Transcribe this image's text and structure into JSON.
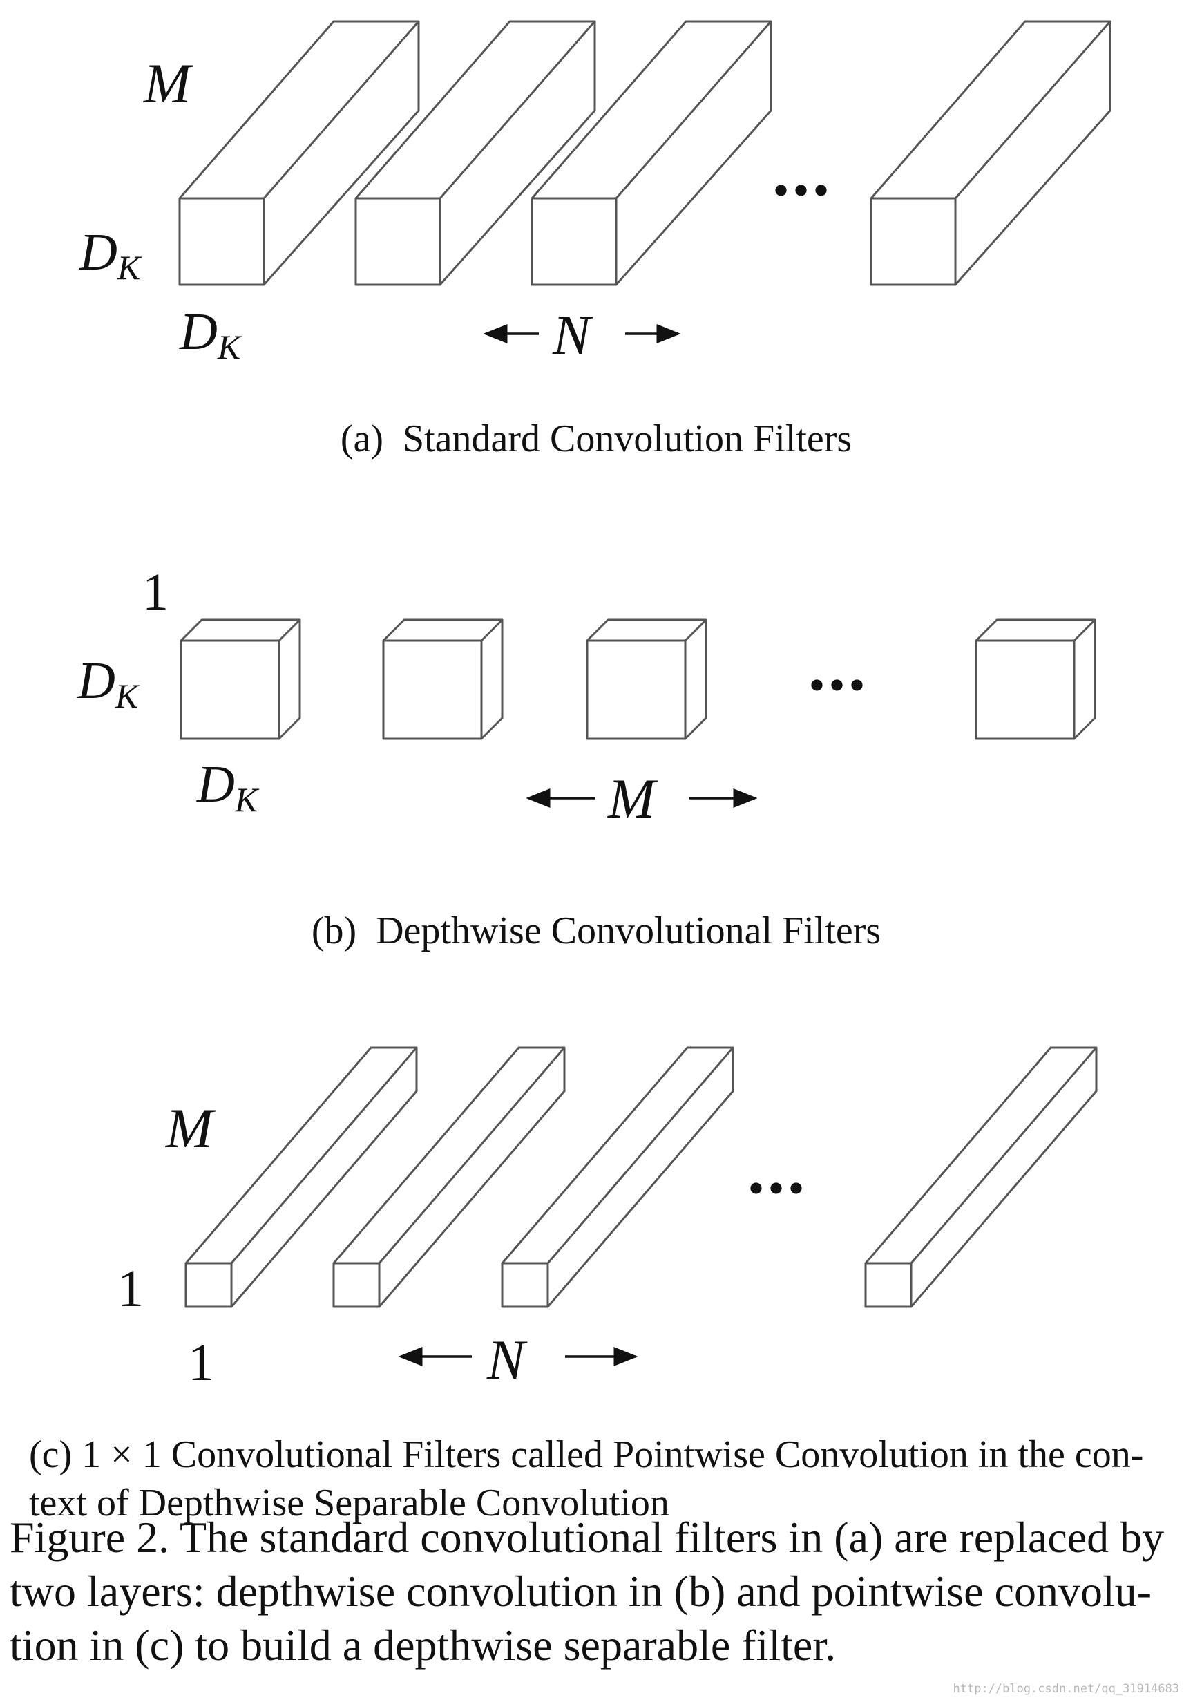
{
  "panel_a": {
    "label_M": "M",
    "label_D": "D",
    "label_D_sub": "K",
    "label_N": "N",
    "ellipsis": "...",
    "caption": "(a)  Standard Convolution Filters"
  },
  "panel_b": {
    "label_1": "1",
    "label_D": "D",
    "label_D_sub": "K",
    "label_M": "M",
    "ellipsis": "...",
    "caption": "(b)  Depthwise Convolutional Filters"
  },
  "panel_c": {
    "label_M": "M",
    "label_1": "1",
    "label_N": "N",
    "ellipsis": "...",
    "caption_line1": "(c)  1 × 1 Convolutional Filters called Pointwise Convolution in the con-",
    "caption_line2": "text of Depthwise Separable Convolution"
  },
  "figure_caption": {
    "line1": "Figure 2. The standard convolutional filters in (a) are replaced by",
    "line2": "two layers:  depthwise convolution in (b) and pointwise convolu-",
    "line3": "tion in (c) to build a depthwise separable filter."
  },
  "watermark": "http://blog.csdn.net/qq_31914683"
}
